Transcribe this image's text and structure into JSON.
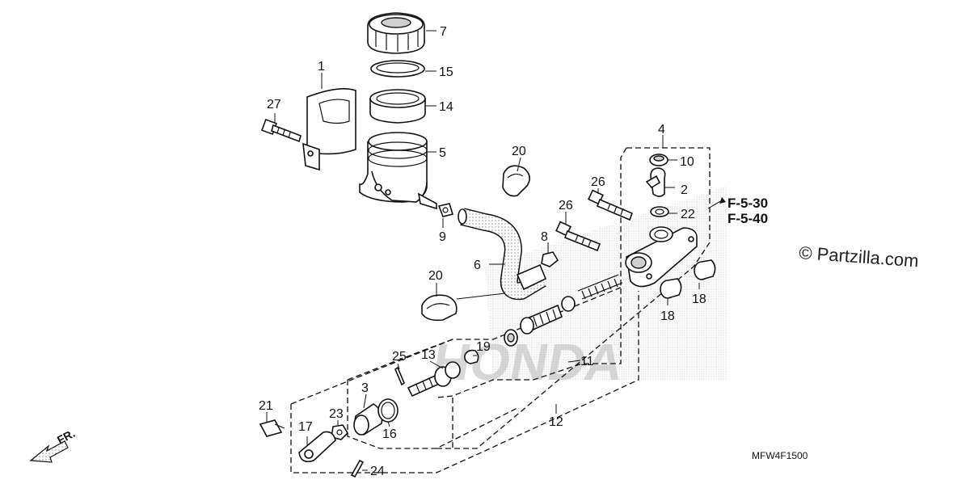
{
  "callouts": [
    {
      "id": "1",
      "text": "1"
    },
    {
      "id": "2",
      "text": "2"
    },
    {
      "id": "3",
      "text": "3"
    },
    {
      "id": "4",
      "text": "4"
    },
    {
      "id": "5",
      "text": "5"
    },
    {
      "id": "6",
      "text": "6"
    },
    {
      "id": "7",
      "text": "7"
    },
    {
      "id": "8",
      "text": "8"
    },
    {
      "id": "9",
      "text": "9"
    },
    {
      "id": "10",
      "text": "10"
    },
    {
      "id": "11",
      "text": "11"
    },
    {
      "id": "12",
      "text": "12"
    },
    {
      "id": "13",
      "text": "13"
    },
    {
      "id": "14",
      "text": "14"
    },
    {
      "id": "15",
      "text": "15"
    },
    {
      "id": "16",
      "text": "16"
    },
    {
      "id": "17",
      "text": "17"
    },
    {
      "id": "18a",
      "text": "18"
    },
    {
      "id": "18b",
      "text": "18"
    },
    {
      "id": "19",
      "text": "19"
    },
    {
      "id": "20a",
      "text": "20"
    },
    {
      "id": "20b",
      "text": "20"
    },
    {
      "id": "21",
      "text": "21"
    },
    {
      "id": "22",
      "text": "22"
    },
    {
      "id": "23",
      "text": "23"
    },
    {
      "id": "24",
      "text": "24"
    },
    {
      "id": "25",
      "text": "25"
    },
    {
      "id": "26a",
      "text": "26"
    },
    {
      "id": "26b",
      "text": "26"
    },
    {
      "id": "27",
      "text": "27"
    }
  ],
  "refs": {
    "ref1": "F-5-30",
    "ref2": "F-5-40"
  },
  "copyright": "© Partzilla.com",
  "diagram_code": "MFW4F1500",
  "front_marker": "FR.",
  "watermark": "HONDA",
  "colors": {
    "ink": "#111111",
    "background": "#ffffff",
    "watermark": "#b8b8b8"
  }
}
